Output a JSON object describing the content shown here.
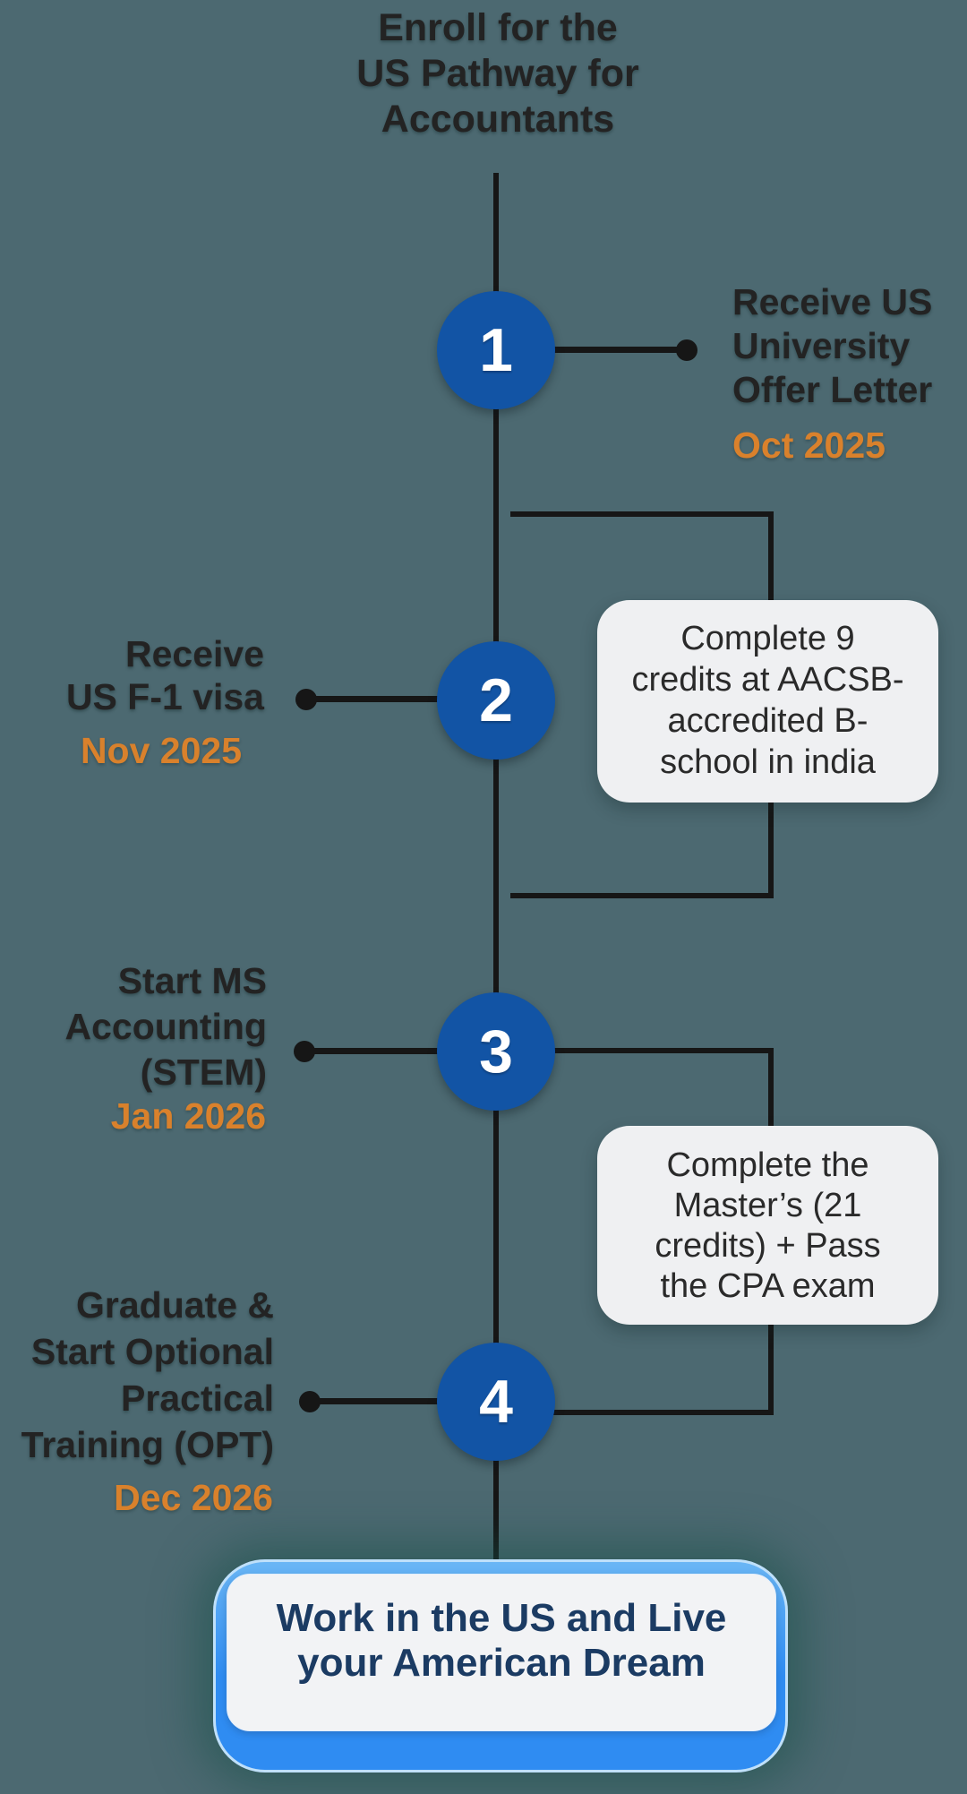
{
  "title": "Enroll for the\nUS Pathway for\nAccountants",
  "steps": [
    {
      "number": "1",
      "label": "Receive US\nUniversity\nOffer Letter",
      "date": "Oct 2025"
    },
    {
      "number": "2",
      "label": "Receive\nUS F-1 visa",
      "date": "Nov 2025"
    },
    {
      "number": "3",
      "label": "Start MS\nAccounting\n(STEM)",
      "date": "Jan 2026"
    },
    {
      "number": "4",
      "label": "Graduate &\nStart Optional\nPractical\nTraining (OPT)",
      "date": "Dec 2026"
    }
  ],
  "callouts": [
    {
      "text": "Complete 9\ncredits at AACSB-\naccredited B-\nschool in india"
    },
    {
      "text": "Complete the\nMaster’s (21\ncredits) + Pass\nthe CPA exam"
    }
  ],
  "outcome": {
    "text": "Work in the US and Live\nyour American Dream"
  },
  "colors": {
    "background": "#4C6971",
    "line_black": "#161616",
    "circle_blue": "#1254A5",
    "date_orange": "#D9812C",
    "callout_gray": "#EFF0F2",
    "outcome_blue": "#2F8CF2",
    "outcome_navy_text": "#1B3B63"
  }
}
